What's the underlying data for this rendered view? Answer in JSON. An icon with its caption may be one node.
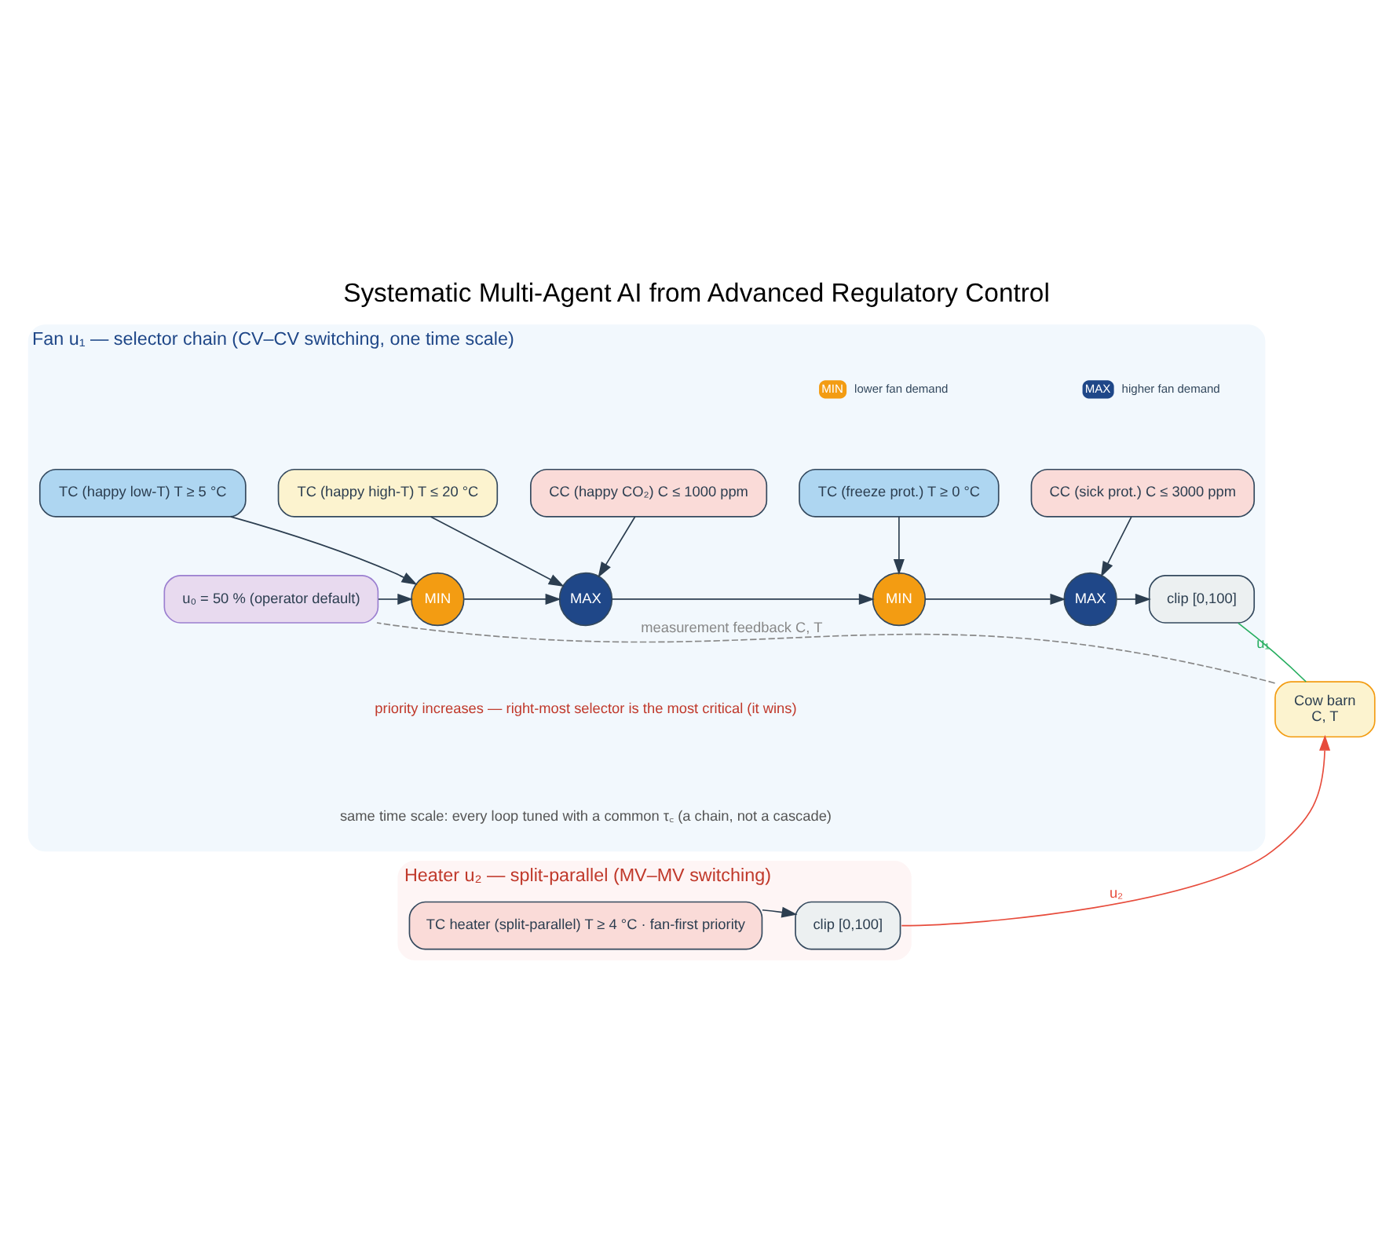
{
  "diagram": {
    "title": "Systematic Multi-Agent AI from Advanced Regulatory Control",
    "nodes": [
      {
        "text": [
          "Fan u₁ — selector chain (CV–CV switching, one time scale)"
        ]
      },
      {
        "text": [
          "TC (happy low-T) T ≥ 5 °C"
        ],
        "in": 0
      },
      {
        "text": [
          "CC (happy CO₂) C ≤ 1000 ppm"
        ],
        "in": 0
      },
      {
        "text": [
          "TC (happy high-T) T ≤ 20 °C"
        ],
        "in": 0
      },
      {
        "text": [
          "TC (freeze prot.) T ≥ 0 °C"
        ],
        "in": 0
      },
      {
        "text": [
          "CC (sick prot.) C ≤ 3000 ppm"
        ],
        "in": 0
      },
      {
        "text": [
          "u₀ = 50 % (operator default)"
        ],
        "in": 0
      },
      {
        "text": [
          "MIN"
        ],
        "in": 0
      },
      {
        "text": [
          "MAX"
        ],
        "in": 0
      },
      {
        "text": [
          "MIN"
        ],
        "in": 0
      },
      {
        "text": [
          "MAX"
        ],
        "in": 0
      },
      {
        "text": [
          "clip [0,100]"
        ],
        "in": 0
      },
      {
        "text": [
          "Heater u₂ — split-parallel (MV–MV switching)"
        ]
      },
      {
        "text": [
          "TC heater (split-parallel) T ≥ 4 °C · fan-first priority"
        ],
        "in": 12
      },
      {
        "text": [
          "clip [0,100]"
        ],
        "in": 12
      },
      {
        "text": [
          "Cow barn",
          "C, T"
        ]
      }
    ],
    "edges": [
      {
        "from": 1,
        "to": 7,
        "arrow": "to"
      },
      {
        "from": 2,
        "to": 8,
        "arrow": "to"
      },
      {
        "from": 3,
        "to": 8,
        "arrow": "to"
      },
      {
        "from": 4,
        "to": 9,
        "arrow": "to"
      },
      {
        "from": 5,
        "to": 10,
        "arrow": "to"
      },
      {
        "from": 6,
        "to": 7,
        "arrow": "to"
      },
      {
        "from": 7,
        "to": 8,
        "arrow": "to"
      },
      {
        "from": 8,
        "to": 9,
        "arrow": "to"
      },
      {
        "from": 9,
        "to": 10,
        "arrow": "to"
      },
      {
        "from": 10,
        "to": 11,
        "arrow": "to"
      },
      {
        "from": 11,
        "to": 15,
        "arrow": "none",
        "label": "u₁",
        "color": "#27ae60"
      },
      {
        "from": 13,
        "to": 14,
        "arrow": "to"
      },
      {
        "from": 14,
        "to": 15,
        "arrow": "to",
        "label": "u₂",
        "color": "#e74c3c"
      },
      {
        "from": 15,
        "to": 6,
        "arrow": "none",
        "style": "dashed",
        "label": "measurement feedback C, T",
        "color": "#888888"
      }
    ],
    "labels": [
      "MIN",
      "MAX",
      "priority increases — right-most selector is the most critical (it wins)",
      "same time scale: every loop tuned with a common τ꜀ (a chain, not a cascade)"
    ],
    "legend": [
      {
        "text": "lower fan demand",
        "color": "#f39c12"
      },
      {
        "text": "higher fan demand",
        "color": "#1f4788"
      }
    ]
  }
}
